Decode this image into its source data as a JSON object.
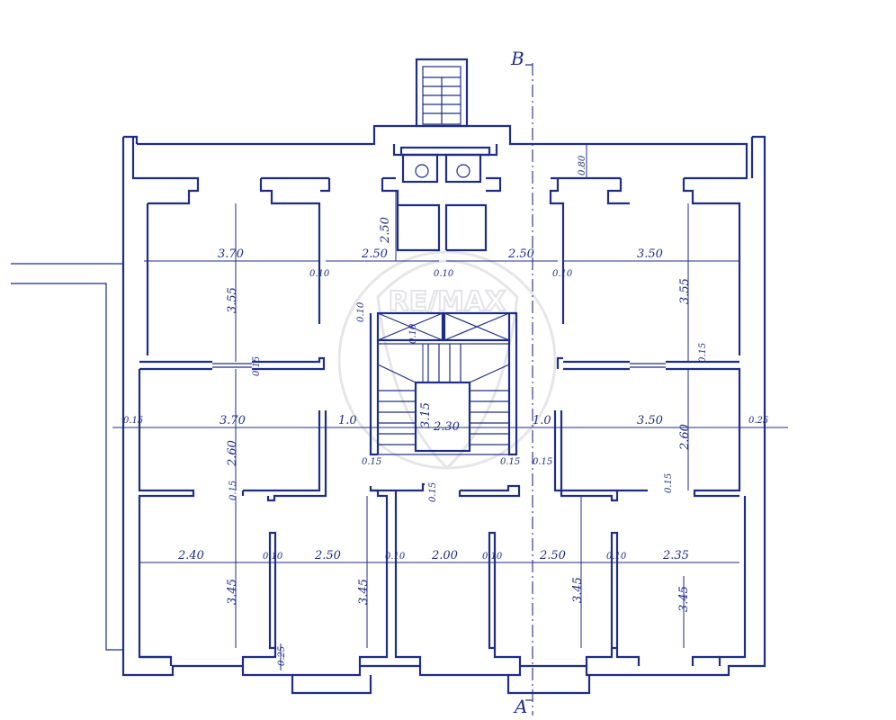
{
  "watermark": {
    "text": "RE/MAX"
  },
  "section": {
    "top": "B",
    "bottom": "A"
  },
  "dims": {
    "d1": "3.70",
    "d2": "2.50",
    "d3": "2.50",
    "d4": "3.50",
    "d5": "3.55",
    "d6": "3.55",
    "d7": "2.50",
    "d8": "0.80",
    "d9": "0.10",
    "d10": "0.10",
    "d11": "0.10",
    "d12": "0.10",
    "d13": "0.15",
    "d14": "0.15",
    "d15": "0.10",
    "d16": "0.15",
    "d17": "3.70",
    "d18": "1.0",
    "d19": "2.30",
    "d20": "1.0",
    "d21": "3.50",
    "d22": "0.25",
    "d23": "3.15",
    "d24": "2.60",
    "d25": "2.60",
    "d26": "0.15",
    "d27": "0.15",
    "d28": "0.15",
    "d29": "0.15",
    "d30": "0.15",
    "d31": "2.40",
    "d32": "0.10",
    "d33": "2.50",
    "d34": "0.10",
    "d35": "2.00",
    "d36": "0.10",
    "d37": "2.50",
    "d38": "0.10",
    "d39": "2.35",
    "d40": "3.45",
    "d41": "3.45",
    "d42": "3.45",
    "d43": "3.45",
    "d44": "0.25",
    "d45": "0.15"
  }
}
